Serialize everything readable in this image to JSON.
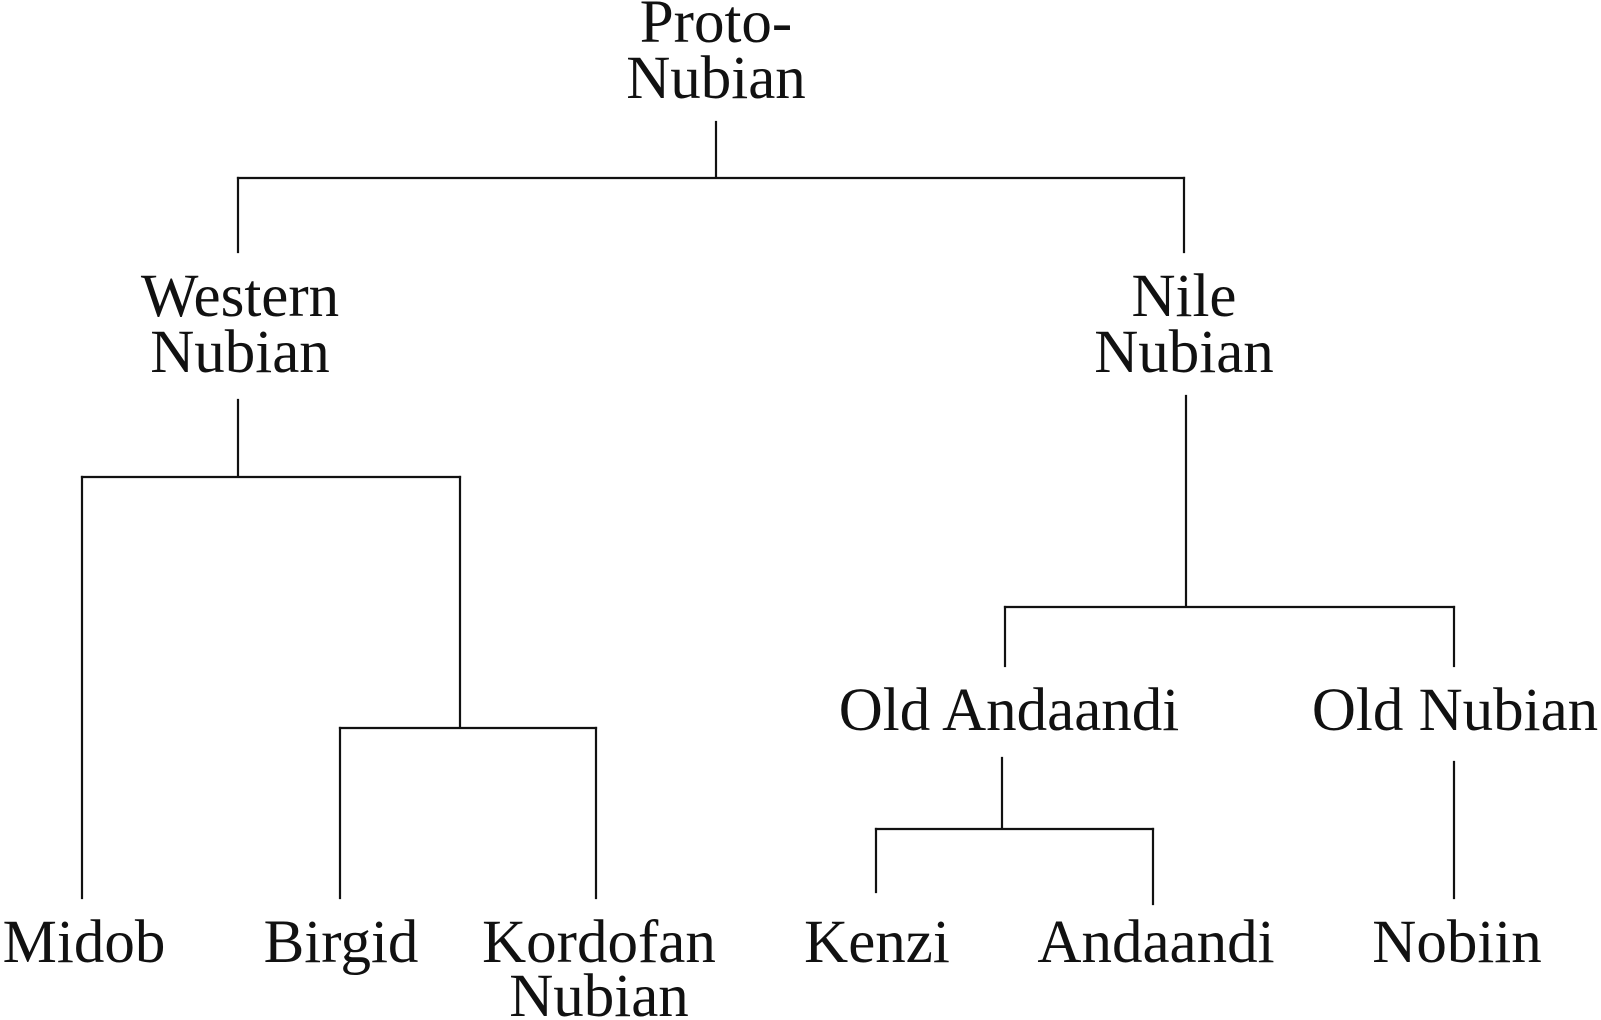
{
  "tree": {
    "root": {
      "line1": "Proto-",
      "line2": "Nubian"
    },
    "western": {
      "line1": "Western",
      "line2": "Nubian"
    },
    "nile": {
      "line1": "Nile",
      "line2": "Nubian"
    },
    "old_andaandi": "Old Andaandi",
    "old_nubian": "Old Nubian",
    "leaves": {
      "midob": "Midob",
      "birgid": "Birgid",
      "kordofan": {
        "line1": "Kordofan",
        "line2": "Nubian"
      },
      "kenzi": "Kenzi",
      "andaandi": "Andaandi",
      "nobiin": "Nobiin"
    }
  }
}
